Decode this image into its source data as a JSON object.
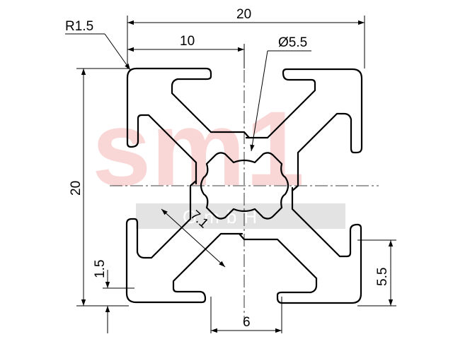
{
  "watermark": {
    "logo_text": "sm1",
    "sub_text": "GmbH",
    "logo_color": "#f6b8b8"
  },
  "dimensions": {
    "overall_width": "20",
    "half_width": "10",
    "overall_height": "20",
    "hole_diameter": "Ø5.5",
    "corner_radius": "R1.5",
    "slot_opening": "6",
    "wall_thickness": "1.5",
    "slot_depth": "5.5",
    "slot_diagonal": "7.1"
  },
  "colors": {
    "line": "#000000",
    "background": "#ffffff"
  }
}
